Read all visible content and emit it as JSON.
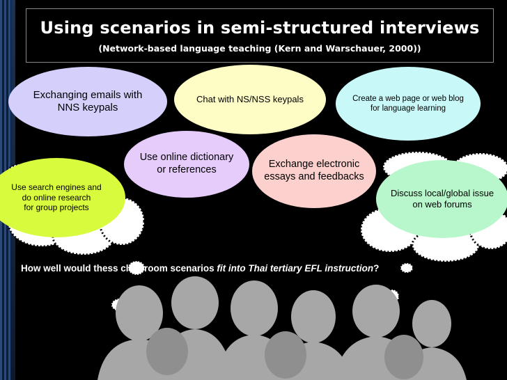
{
  "slide": {
    "title": "Using scenarios in semi-structured interviews",
    "subtitle": "(Network-based language teaching (Kern and Warschauer, 2000))"
  },
  "scenarios": [
    {
      "id": "emails",
      "text": "Exchanging emails with\nNNS keypals",
      "color": "#d4d0fb"
    },
    {
      "id": "chat",
      "text": "Chat with NS/NSS keypals",
      "color": "#fffdc6"
    },
    {
      "id": "web",
      "text": "Create a web page or web blog\nfor language learning",
      "color": "#c9f8f8"
    },
    {
      "id": "dict",
      "text": "Use online dictionary\nor references",
      "color": "#e6ccfb"
    },
    {
      "id": "essays",
      "text": "Exchange electronic\nessays and feedbacks",
      "color": "#fcd0cd"
    },
    {
      "id": "search",
      "text": "Use search engines and\ndo online research\nfor group projects",
      "color": "#d8fb3e"
    },
    {
      "id": "discuss",
      "text": "Discuss local/global issue\non web forums",
      "color": "#b8f7cc"
    }
  ],
  "question": {
    "before": "How well would thess classroom scenarios ",
    "italic": "fit into Thai tertiary EFL instruction",
    "after": "?"
  },
  "image": {
    "icon": "audience-silhouettes-icon",
    "color": "#a7a7a7"
  }
}
